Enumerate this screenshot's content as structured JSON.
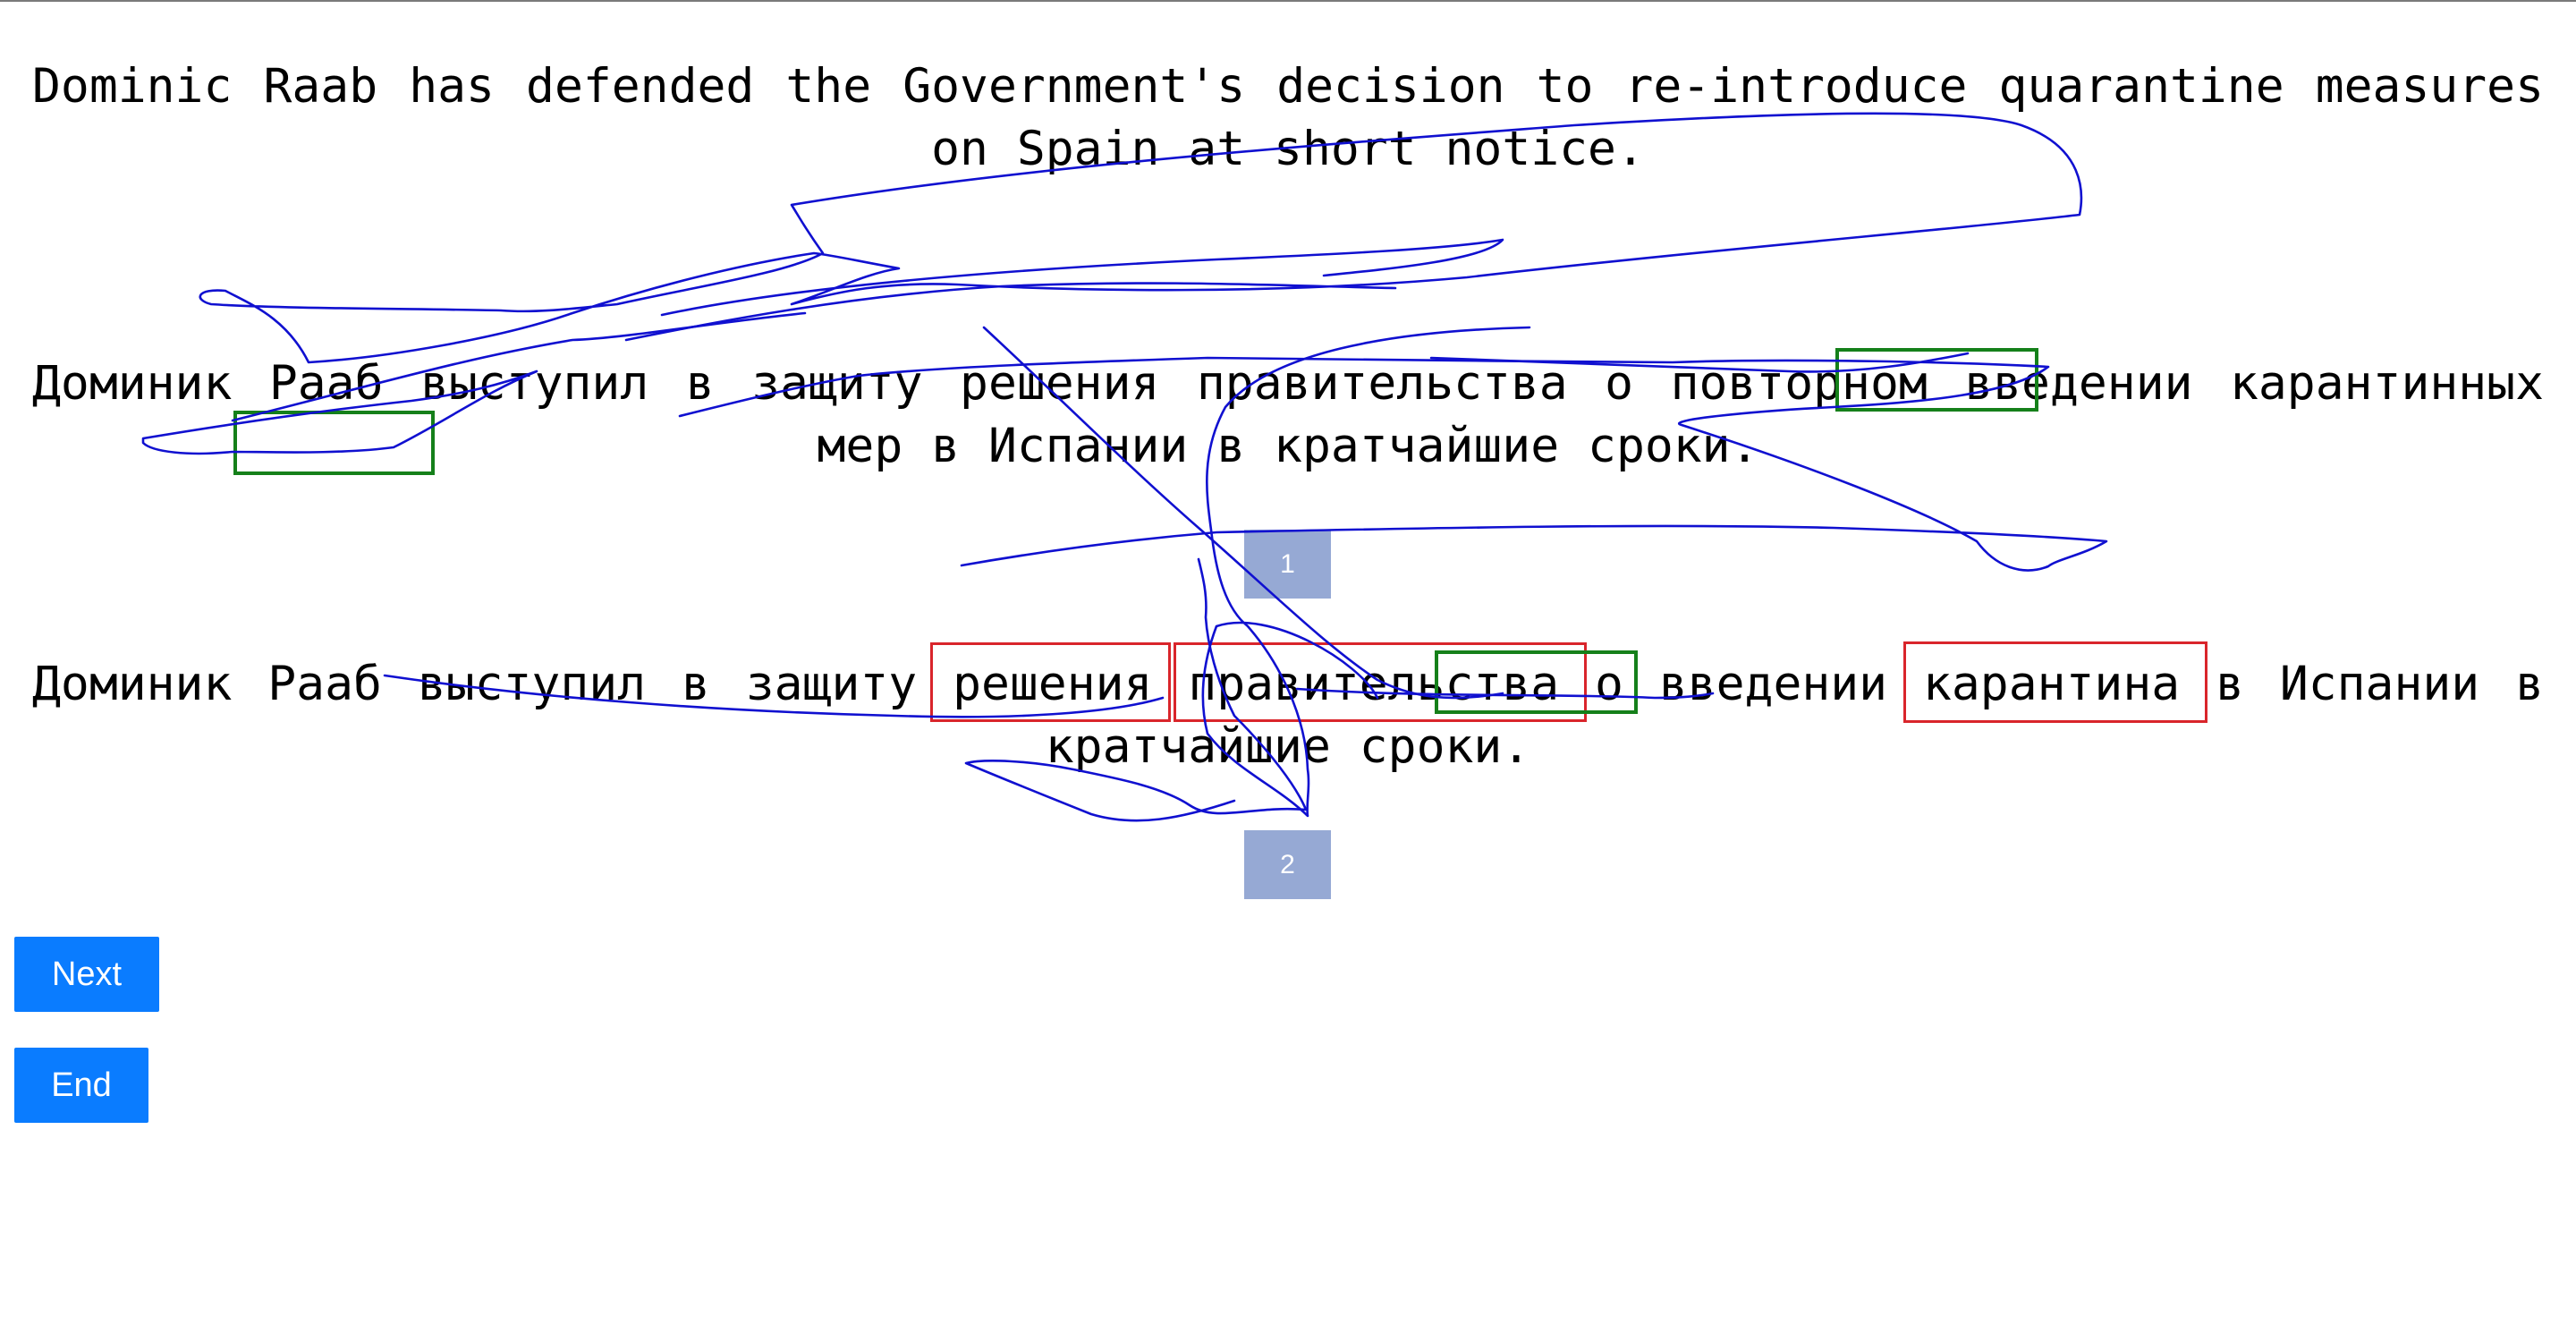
{
  "sentences": {
    "source": "Dominic Raab has defended the Government's decision to re-introduce quarantine measures on Spain at short notice.",
    "reference": "Доминик Рааб выступил в защиту решения правительства о повторном введении карантинных мер в Испании в кратчайшие сроки.",
    "hypothesis": "Доминик Рааб выступил в защиту решения правительства о введении карантина в Испании в кратчайшие сроки."
  },
  "badges": [
    "1",
    "2"
  ],
  "buttons": {
    "next": "Next",
    "end": "End"
  },
  "colors": {
    "button": "#0a7cff",
    "badge": "#96a9d4",
    "green_highlight": "#15801a",
    "red_highlight": "#d9252b",
    "pen_stroke": "#1010d0"
  }
}
